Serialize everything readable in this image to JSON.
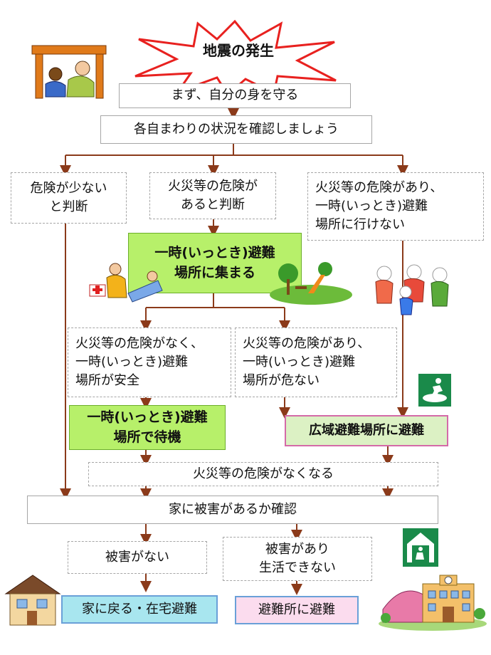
{
  "title": "地震の発生",
  "steps": {
    "protect": "まず、自分の身を守る",
    "check": "各自まわりの状況を確認しましょう"
  },
  "branches": {
    "low_danger": "危険が少ない\nと判断",
    "fire_danger": "火災等の危険が\nあると判断",
    "cannot_go": "火災等の危険があり、\n一時(いっとき)避難\n場所に行けない"
  },
  "gather": "一時(いっとき)避難\n場所に集まる",
  "conditions": {
    "safe": "火災等の危険がなく、\n一時(いっとき)避難\n場所が安全",
    "unsafe": "火災等の危険があり、\n一時(いっとき)避難\n場所が危ない"
  },
  "actions": {
    "wait": "一時(いっとき)避難\n場所で待機",
    "wide_area": "広域避難場所に避難"
  },
  "resolved": "火災等の危険がなくなる",
  "house_check": "家に被害があるか確認",
  "damage": {
    "none": "被害がない",
    "cannot_live": "被害があり\n生活できない"
  },
  "outcomes": {
    "home": "家に戻る・在宅避難",
    "shelter": "避難所に避難"
  },
  "colors": {
    "arrow": "#8b3a1a",
    "burst": "#e8211f",
    "green_fill": "#b7f06a",
    "wide_fill": "#dcf1c4",
    "home_fill": "#a8e6ef",
    "shelter_fill": "#fbdcee"
  }
}
